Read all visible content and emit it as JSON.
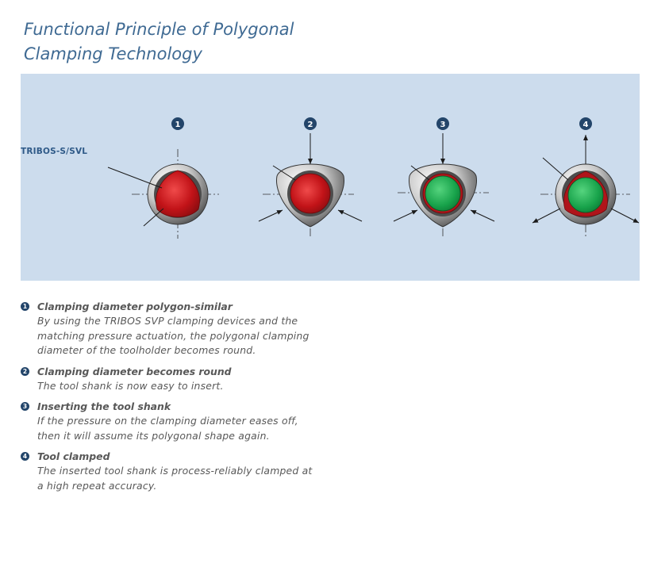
{
  "title": {
    "line1": "Functional Principle of Polygonal",
    "line2": "Clamping Technology"
  },
  "figure": {
    "label": "TRIBOS-S/SVL",
    "background": "#ccdced",
    "stage_numbers": [
      "1",
      "2",
      "3",
      "4"
    ],
    "colors": {
      "polygon_red": "#c21318",
      "shank_green": "#17a24a",
      "badge": "#23456a"
    }
  },
  "steps": [
    {
      "number": "1",
      "title": "Clamping diameter polygon-similar",
      "body": "By using the TRIBOS SVP clamping devices and the\nmatching pressure actuation, the polygonal clamping\ndiameter of the toolholder becomes round."
    },
    {
      "number": "2",
      "title": "Clamping diameter becomes round",
      "body": "The tool shank is now easy to insert."
    },
    {
      "number": "3",
      "title": "Inserting the tool shank",
      "body": "If the pressure on the clamping diameter eases off,\nthen it will assume its polygonal shape again."
    },
    {
      "number": "4",
      "title": "Tool clamped",
      "body": "The inserted tool shank is process-reliably clamped at\na high repeat accuracy."
    }
  ]
}
